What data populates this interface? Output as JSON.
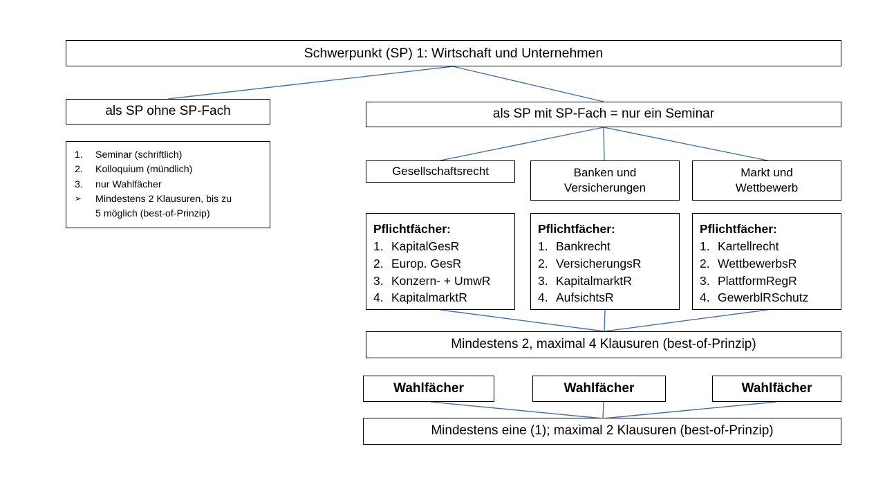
{
  "colors": {
    "connector": "#4472a8",
    "border": "#000000",
    "background": "#ffffff",
    "text": "#000000"
  },
  "title_box": {
    "label": "Schwerpunkt (SP) 1: Wirtschaft und Unternehmen"
  },
  "branch_left": {
    "header": "als SP ohne SP-Fach",
    "list": [
      {
        "marker": "1.",
        "text": "Seminar (schriftlich)"
      },
      {
        "marker": "2.",
        "text": "Kolloquium (mündlich)"
      },
      {
        "marker": "3.",
        "text": "nur Wahlfächer"
      },
      {
        "marker": "➢",
        "text": "Mindestens 2 Klausuren, bis zu",
        "text2": "5 möglich (best-of-Prinzip)"
      }
    ]
  },
  "branch_right": {
    "header": "als SP mit SP-Fach = nur ein Seminar",
    "categories": [
      {
        "line1": "Gesellschaftsrecht",
        "line2": ""
      },
      {
        "line1": "Banken und",
        "line2": "Versicherungen"
      },
      {
        "line1": "Markt und",
        "line2": "Wettbewerb"
      }
    ],
    "required_subjects": [
      {
        "title": "Pflichtfächer:",
        "items": [
          {
            "num": "1.",
            "label": "KapitalGesR"
          },
          {
            "num": "2.",
            "label": "Europ. GesR"
          },
          {
            "num": "3.",
            "label": "Konzern- + UmwR"
          },
          {
            "num": "4.",
            "label": "KapitalmarktR"
          }
        ]
      },
      {
        "title": "Pflichtfächer:",
        "items": [
          {
            "num": "1.",
            "label": "Bankrecht"
          },
          {
            "num": "2.",
            "label": "VersicherungsR"
          },
          {
            "num": "3.",
            "label": "KapitalmarktR"
          },
          {
            "num": "4.",
            "label": "AufsichtsR"
          }
        ]
      },
      {
        "title": "Pflichtfächer:",
        "items": [
          {
            "num": "1.",
            "label": "Kartellrecht"
          },
          {
            "num": "2.",
            "label": "WettbewerbsR"
          },
          {
            "num": "3.",
            "label": "PlattformRegR"
          },
          {
            "num": "4.",
            "label": "GewerblRSchutz"
          }
        ]
      }
    ],
    "exam_rule_required": "Mindestens 2, maximal 4 Klausuren (best-of-Prinzip)",
    "elective_boxes": [
      {
        "label": "Wahlfächer"
      },
      {
        "label": "Wahlfächer"
      },
      {
        "label": "Wahlfächer"
      }
    ],
    "exam_rule_elective": "Mindestens eine (1); maximal 2 Klausuren (best-of-Prinzip)"
  }
}
